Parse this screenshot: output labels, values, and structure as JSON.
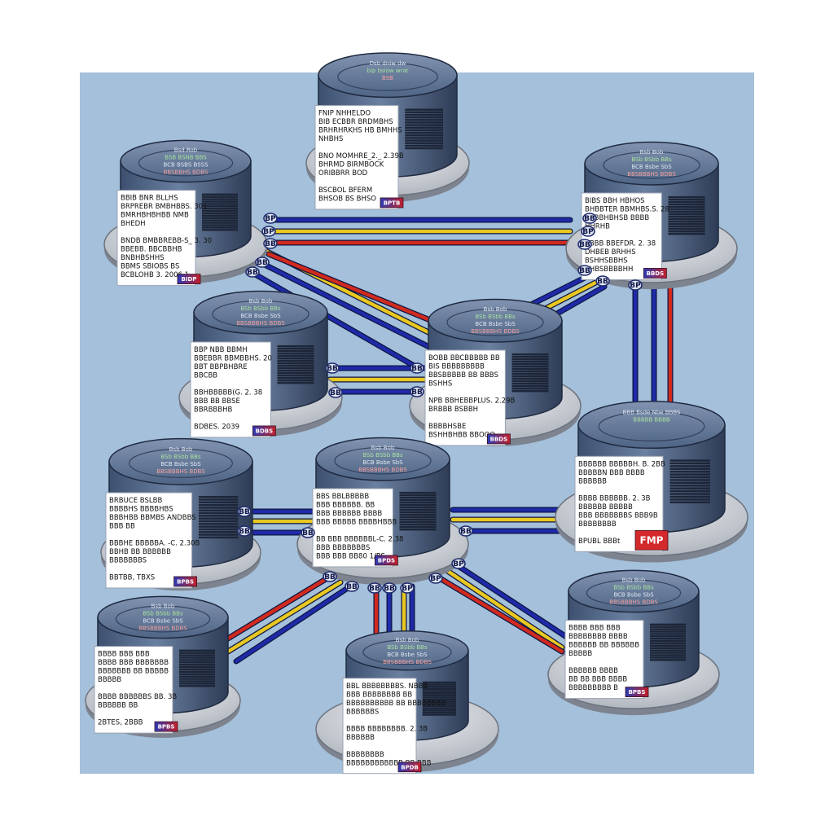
{
  "colors": {
    "background": "#a4c0db",
    "cylinder": "#4f6585",
    "cylinder_dark": "#34445f",
    "platform": "#d3d6dc",
    "link_blue": "#1f2aa8",
    "link_yellow": "#e8c821",
    "link_red": "#d12a1f"
  },
  "nodes": [
    {
      "id": "n1",
      "top_label": [
        "Dsb dniw dw",
        "bip bsiow wrat",
        "BSB"
      ],
      "panel": [
        "FNIP NHHELDO",
        "BIB ECBBR BRDMBHS",
        "BRHRHRKHS HB BMHHS",
        "NHBHS",
        "",
        "BNO MOMHRE_2._ 2.39B",
        "BHRMD BIRMBOCK",
        "ORIBBRR BOD",
        "",
        "BSCBOL BFERM",
        "BHSOB BS BHSO"
      ],
      "badge": "BPTB"
    },
    {
      "id": "n2",
      "top_label": [
        "Bsd Rob",
        "BSB BSNB BBS",
        "BCB BSBS BSSS",
        "BBSBBHS BDBS"
      ],
      "panel": [
        "BBIB BNR BLLHS",
        "BRPREBR BMBHBBS. 301",
        "BMRHBHBHBB NMB",
        "BHEDH",
        "",
        "BNDB BMBBREBB-S_ 3. 30",
        "BBEBB. BBCBBHB",
        "BNBHBSHHS",
        "BBMS SBIOBS BS",
        "BCBLOHB 3. 2006 1"
      ],
      "badge": "BIDP"
    },
    {
      "id": "n3",
      "top_label": [
        "Bsb Bob",
        "BSb BSbb BBs",
        "BCB Bsbe SbS",
        "BBSBBBHS BDBS"
      ],
      "panel": [
        "BIBS BBH HBHOS",
        "BHBBTER BBMHBS.S. 28",
        "BBBBHBHSB BBBB",
        "HHRHB",
        "",
        "BBBB BBEFDR. 2. 38",
        "DHBEB BRHHS",
        "BSHHSBBHS",
        "BHBSBBBBHH"
      ],
      "badge": "BBDS"
    },
    {
      "id": "n4",
      "top_label": [
        "Bsb Bob",
        "BSb BSbb BBs",
        "BCB Bsbe SbS",
        "BBSBBBHS BDBS"
      ],
      "panel": [
        "BBP NBB BBMH",
        "BBEBBR BBMBBHS. 20",
        "BBT BBPBHBRE",
        "BBCBB",
        "",
        "BBHBBBBB(G. 2. 38",
        "BBB BB BBSE",
        "BBRBBBHB",
        "",
        "BDBES. 2039"
      ],
      "badge": "BDBS"
    },
    {
      "id": "n5",
      "top_label": [
        "Bsb Bob",
        "BSb BSbb BBs",
        "BCB Bsbe SbS",
        "BBSBBBHS BDBS"
      ],
      "panel": [
        "BOBB BBCBBBBB BB",
        "BIS BBBBBBBBB",
        "BBSBBBBB BB BBBS",
        "BSHHS",
        "",
        "NPB BBHEBBPLUS. 2.29B",
        "BRBBB BSBBH",
        "",
        "BBBBHSBE",
        "BSHHBHBB BBOOO"
      ],
      "badge": "BBDS"
    },
    {
      "id": "n6",
      "top_label": [
        "Bsb Bob",
        "BSb BSbb BBs",
        "BCB Bsbe SbS",
        "BBSBBBHS BDBS"
      ],
      "panel": [
        "BRBUCE BSLBB",
        "BBBBHS BBBBHBS",
        "BBBHBB BBMBS ANDBBS",
        "BBB BB",
        "",
        "BBBHE BBBBBA. -C. 2.30B",
        "BBHB BB BBBBBB",
        "BBBBBBBS",
        "",
        "BBTBB, TBXS"
      ],
      "badge": "BPBS"
    },
    {
      "id": "n7",
      "top_label": [
        "Bsb Bob",
        "BSb BSbb BBs",
        "BCB Bsbe SbS",
        "BBSBBBHS BDBS"
      ],
      "panel": [
        "BBS BBLBBBBB",
        "BBB BBBBBB. BB",
        "BBB BBBBBB BBBB",
        "BBB BBBBB BBBBHBBB",
        "",
        "BB BBB BBBBBBL-C. 2.38",
        "BBB BBBBBBBS",
        "BBB BBB BB80 1/BS"
      ],
      "badge": "BPDS"
    },
    {
      "id": "n8",
      "top_label": [
        "BBB Bsde Nbe BBBS",
        "BBBBB BBBB"
      ],
      "panel": [
        "BBBBBB BBBBBH. B. 2BB",
        "BBBBBN BBB BBBB",
        "BBBBBB",
        "",
        "BBBB BBBBBB. 2. 3B",
        "BBBBBB BBBBB",
        "BBB BBBBBBBS BBB9B",
        "BBBBBBBB",
        "",
        "BPUBL BBBt"
      ],
      "badge": "FMP"
    },
    {
      "id": "n9",
      "top_label": [
        "Bsb Bob",
        "BSb BSbb BBs",
        "BCB Bsbe SbS",
        "BBSBBBHS BDBS"
      ],
      "panel": [
        "BBBB BBB BBB",
        "BBBBBBBB BBBB",
        "BBBBBB BB BBBBBB",
        "BBBBB",
        "",
        "BBBBBB BBBB",
        "BB BB BBB BBBB",
        "BBBBBBBBB B"
      ],
      "badge": "BPBS"
    },
    {
      "id": "n10",
      "top_label": [
        "Bsb Bob",
        "BSb BSbb BBs",
        "BCB Bsbe SbS",
        "BBSBBBHS BDBS"
      ],
      "panel": [
        "BBL BBBBBBBBS. NBBB",
        "BBB BBBBBBBB BB",
        "BBBBBBBBBB BB BBBBBBBB",
        "BBBBBBS",
        "",
        "BBBB BBBBBBBB. 2. 3B",
        "BBBBBB",
        "",
        "BBBBBBBB",
        "BBBBBBBBBBBB BB BBB"
      ],
      "badge": "BPDB"
    },
    {
      "id": "n11",
      "top_label": [
        "Bsb Bob",
        "BSb BSbb BBs",
        "BCB Bsbe SbS",
        "BBSBBBHS BDBS"
      ],
      "panel": [
        "BBBB BBB BBB",
        "BBBB BBB BBBBBBB",
        "BBBBBBB BB BBBBB",
        "BBBBB",
        "",
        "BBBB BBBBBBS BB. 3B",
        "BBBBBB BB",
        "",
        "2BTES, 2BBB"
      ],
      "badge": "BPBS"
    }
  ],
  "port_labels": [
    "BP",
    "BP",
    "BB",
    "BB",
    "BB",
    "BB",
    "BP",
    "BB",
    "BB",
    "BB",
    "BB",
    "BB",
    "BB",
    "BB",
    "BB",
    "BB",
    "BB",
    "BB",
    "BB",
    "BB",
    "BB",
    "BB",
    "BP",
    "BP",
    "BP",
    "BP"
  ]
}
